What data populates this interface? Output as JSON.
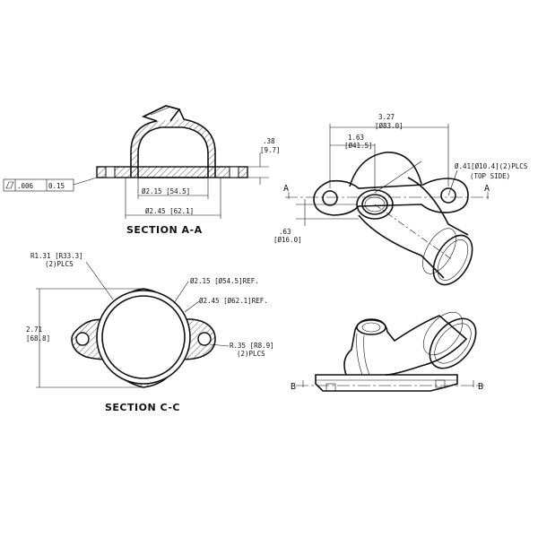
{
  "section_a": {
    "title": "SECTION A-A",
    "flatness_value": ".006",
    "flatness_metric": "0.15",
    "height_in": ".38",
    "height_mm": "[9.7]",
    "inner_dia": "Ø2.15 [54.5]",
    "outer_dia": "Ø2.45 [62.1]"
  },
  "top_view": {
    "width_in": "3.27",
    "width_mm": "[Ø83.0]",
    "offset_in": "1.63",
    "offset_mm": "[Ø41.5]",
    "hole_dia": "Ø.41[Ø10.4](2)PLCS",
    "hole_note": "(TOP SIDE)",
    "bottom_in": ".63",
    "bottom_mm": "[Ø16.0]",
    "section_letter": "A"
  },
  "section_c": {
    "title": "SECTION C-C",
    "radius_large": "R1.31 [R33.3]",
    "radius_large_qty": "(2)PLCS",
    "inner_ref": "Ø2.15 [Ø54.5]REF.",
    "outer_ref": "Ø2.45 [Ø62.1]REF.",
    "height_in": "2.71",
    "height_mm": "[68.8]",
    "radius_small": "R.35 [R8.9]",
    "radius_small_qty": "(2)PLCS"
  },
  "side_view": {
    "section_letter": "B"
  }
}
